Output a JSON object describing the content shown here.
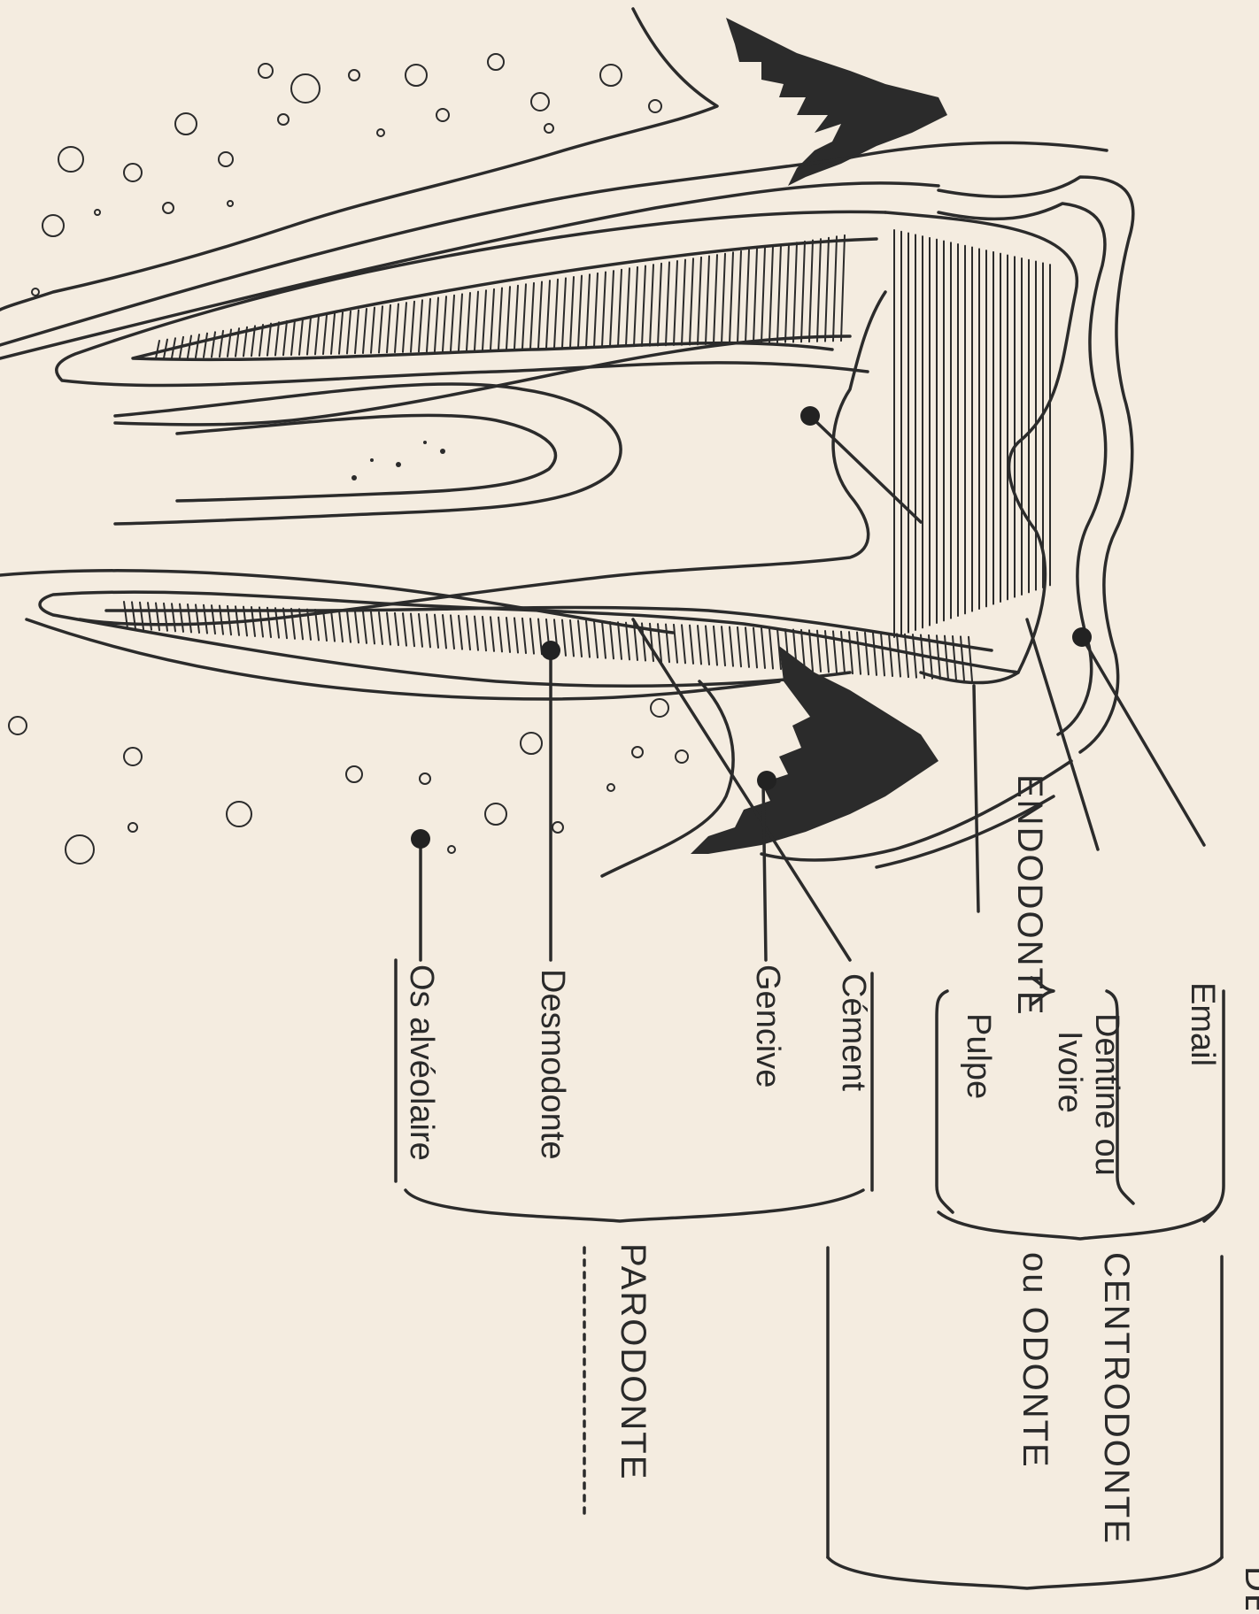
{
  "labels": {
    "email": "Email",
    "dentine": "Dentine ou",
    "ivoire": "Ivoire",
    "pulpe": "Pulpe",
    "endodonte": "ENDODONTE",
    "cement": "Cément",
    "gencive": "Gencive",
    "desmodonte": "Desmodonte",
    "os_alveolaire": "Os alvéolaire",
    "centrodonte": "CENTRODONTE",
    "odonte": "ou ODONTE",
    "parodonte": "PARODONTE",
    "dent_partial": "DE"
  },
  "colors": {
    "background": "#f4ece0",
    "ink": "#2b2b2b"
  }
}
